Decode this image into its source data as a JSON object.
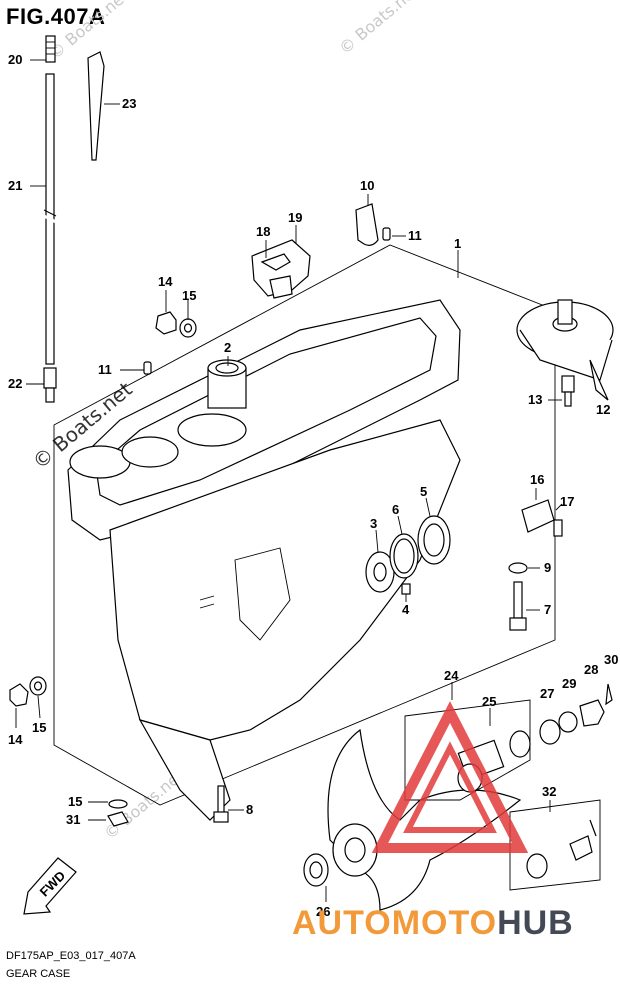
{
  "figure": {
    "title": "FIG.407A",
    "code": "DF175AP_E03_017_407A",
    "name": "GEAR CASE"
  },
  "watermarks": {
    "small": "© Boats.net",
    "large": "© Boats.net"
  },
  "brand": {
    "part1": "AUTOMOTO",
    "part2": "HUB",
    "color_primary": "#f29a3a",
    "color_secondary": "#444a55",
    "logo_color": "#e23a3a"
  },
  "fwd_label": "FWD",
  "callouts": [
    "20",
    "23",
    "21",
    "10",
    "19",
    "18",
    "11",
    "1",
    "14",
    "15",
    "2",
    "11",
    "22",
    "13",
    "12",
    "16",
    "17",
    "5",
    "6",
    "3",
    "9",
    "4",
    "7",
    "24",
    "28",
    "30",
    "25",
    "27",
    "29",
    "14",
    "15",
    "15",
    "8",
    "31",
    "32",
    "26"
  ]
}
